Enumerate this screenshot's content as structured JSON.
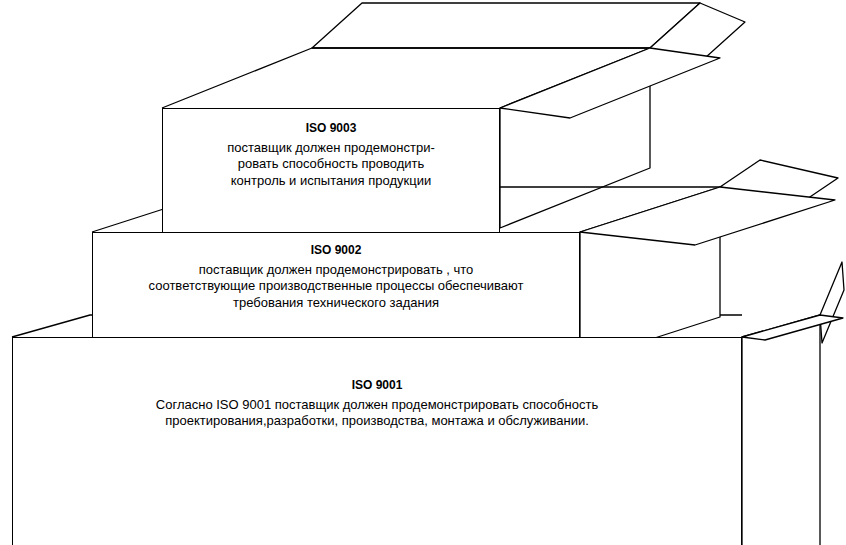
{
  "diagram": {
    "nodes": [
      {
        "text": [
          "ISO 9003",
          "поставщик должен продемонстри- ровать способность проводить контроль и испытания продукции"
        ]
      },
      {
        "text": [
          "ISO 9002",
          "поставщик должен продемонстрировать , что соответствующие производственные процессы обеспечивают требования технического задания"
        ]
      },
      {
        "text": [
          "ISO 9001",
          "Согласно ISO 9001 поставщик должен продемонстрировать способность проектирования,разработки, производства, монтажа и обслуживании."
        ]
      }
    ]
  }
}
